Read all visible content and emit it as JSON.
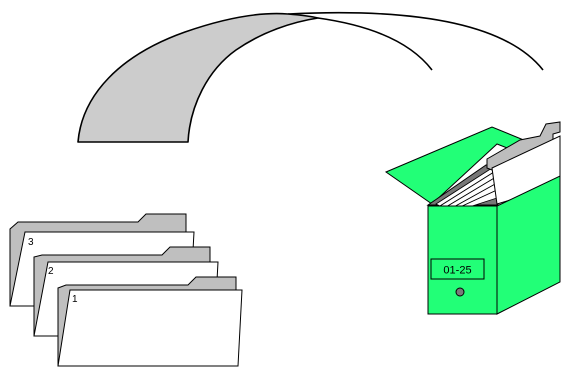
{
  "folders": [
    {
      "label": "3"
    },
    {
      "label": "2"
    },
    {
      "label": "1"
    }
  ],
  "box": {
    "label": "01-25"
  },
  "colors": {
    "box_green": "#22ff77",
    "arc_fill": "#cccccc",
    "folder_tab": "#bfbfbf",
    "folder_face": "#ffffff",
    "stroke": "#000000"
  }
}
